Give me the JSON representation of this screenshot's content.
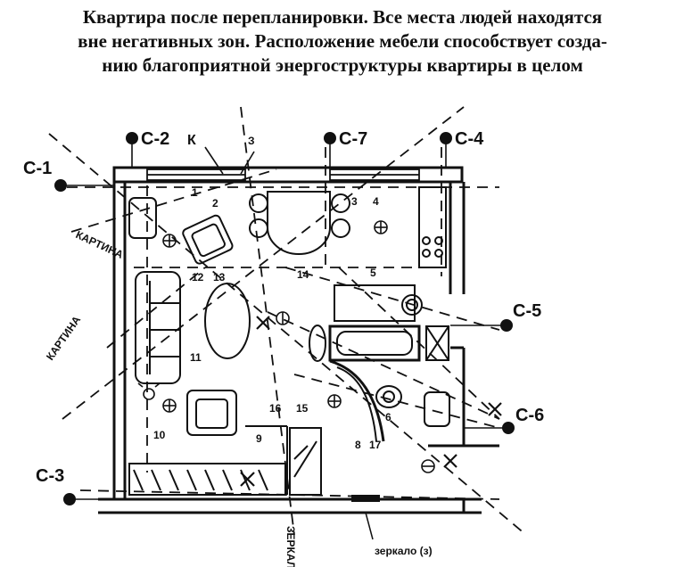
{
  "caption": {
    "line1": "Квартира после перепланировки. Все места людей находятся",
    "line2": "вне негативных зон. Расположение мебели способствует созда-",
    "line3": "нию благоприятной энергоструктуры квартиры в целом"
  },
  "markers": {
    "c1": "С-1",
    "c2": "С-2",
    "c3": "С-3",
    "c4": "С-4",
    "c5": "С-5",
    "c6": "С-6",
    "c7": "С-7",
    "k": "К",
    "z": "З"
  },
  "zone_numbers": {
    "n1": "1",
    "n2": "2",
    "n3": "3",
    "n4": "4",
    "n5": "5",
    "n6": "6",
    "n8": "8",
    "n9": "9",
    "n10": "10",
    "n11": "11",
    "n12": "12",
    "n13": "13",
    "n14": "14",
    "n15": "15",
    "n16": "16",
    "n17": "17"
  },
  "annotations": {
    "mirror": "зеркало (з)",
    "kartina_top": "КАРТИНА",
    "kartina_left": "КАРТИНА",
    "bottom_vertical": "ЗЕРКАЛО"
  }
}
